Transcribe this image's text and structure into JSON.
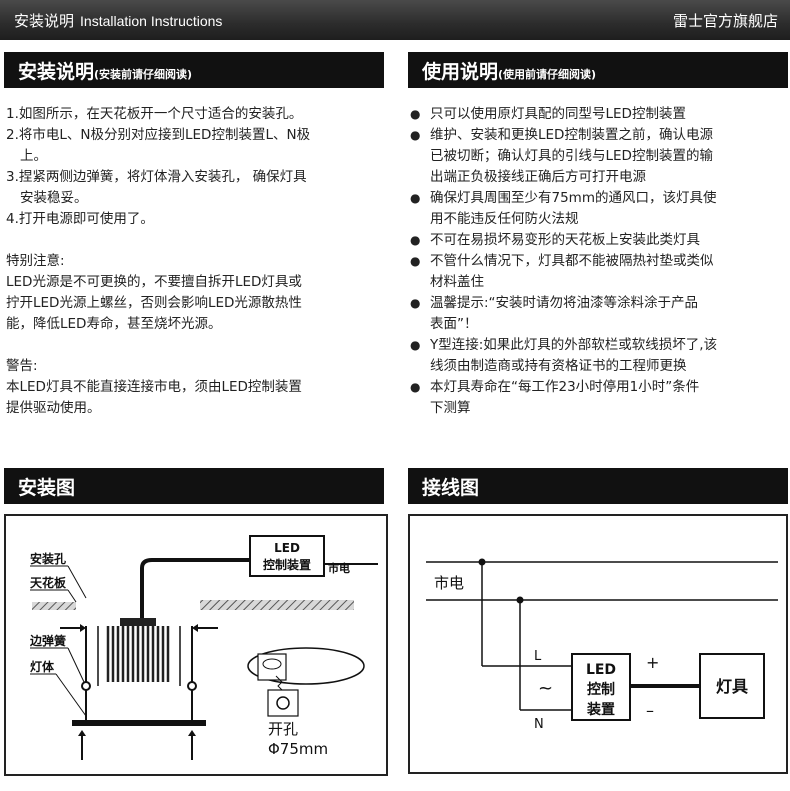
{
  "topbar": {
    "title_cn": "安装说明",
    "title_en": "Installation Instructions",
    "brand": "雷士官方旗舰店"
  },
  "install": {
    "heading": "安装说明",
    "subheading": "(安装前请仔细阅读)",
    "steps": [
      "1.如图所示，在天花板开一个尺寸适合的安装孔。",
      "2.将市电L、N极分别对应接到LED控制装置L、N极",
      "上。",
      "3.捏紧两侧边弹簧，将灯体滑入安装孔， 确保灯具",
      "安装稳妥。",
      "4.打开电源即可使用了。"
    ],
    "note_title": "特别注意:",
    "note_lines": [
      "LED光源是不可更换的，不要擅自拆开LED灯具或",
      "拧开LED光源上螺丝，否则会影响LED光源散热性",
      "能，降低LED寿命，甚至烧坏光源。"
    ],
    "warn_title": "警告:",
    "warn_lines": [
      "本LED灯具不能直接连接市电，须由LED控制装置",
      "提供驱动使用。"
    ]
  },
  "usage": {
    "heading": "使用说明",
    "subheading": "(使用前请仔细阅读)",
    "bullet_symbol": "●",
    "items": [
      {
        "lines": [
          "只可以使用原灯具配的同型号LED控制装置"
        ]
      },
      {
        "lines": [
          "维护、安装和更换LED控制装置之前，确认电源",
          "已被切断；确认灯具的引线与LED控制装置的输",
          "出端正负极接线正确后方可打开电源"
        ]
      },
      {
        "lines": [
          "确保灯具周围至少有75mm的通风口，该灯具使",
          "用不能违反任何防火法规"
        ]
      },
      {
        "lines": [
          "不可在易损坏易变形的天花板上安装此类灯具"
        ]
      },
      {
        "lines": [
          "不管什么情况下，灯具都不能被隔热衬垫或类似",
          "材料盖住"
        ]
      },
      {
        "lines": [
          "温馨提示:“安装时请勿将油漆等涂料涂于产品",
          "表面”！"
        ]
      },
      {
        "lines": [
          "Y型连接:如果此灯具的外部软栏或软线损坏了,该",
          "线须由制造商或持有资格证书的工程师更换"
        ]
      },
      {
        "lines": [
          "本灯具寿命在“每工作23小时停用1小时”条件",
          "下测算"
        ]
      }
    ]
  },
  "install_diagram": {
    "heading": "安装图",
    "labels": {
      "hole": "安装孔",
      "ceiling": "天花板",
      "spring": "边弹簧",
      "body": "灯体",
      "led_line1": "LED",
      "led_line2": "控制装置",
      "mains": "市电",
      "cutout": "开孔",
      "diameter": "Φ75mm"
    }
  },
  "wiring_diagram": {
    "heading": "接线图",
    "labels": {
      "mains": "市电",
      "L": "L",
      "N": "N",
      "tilde": "~",
      "led1": "LED",
      "led2": "控制",
      "led3": "装置",
      "plus": "+",
      "minus": "–",
      "lamp": "灯具"
    }
  }
}
